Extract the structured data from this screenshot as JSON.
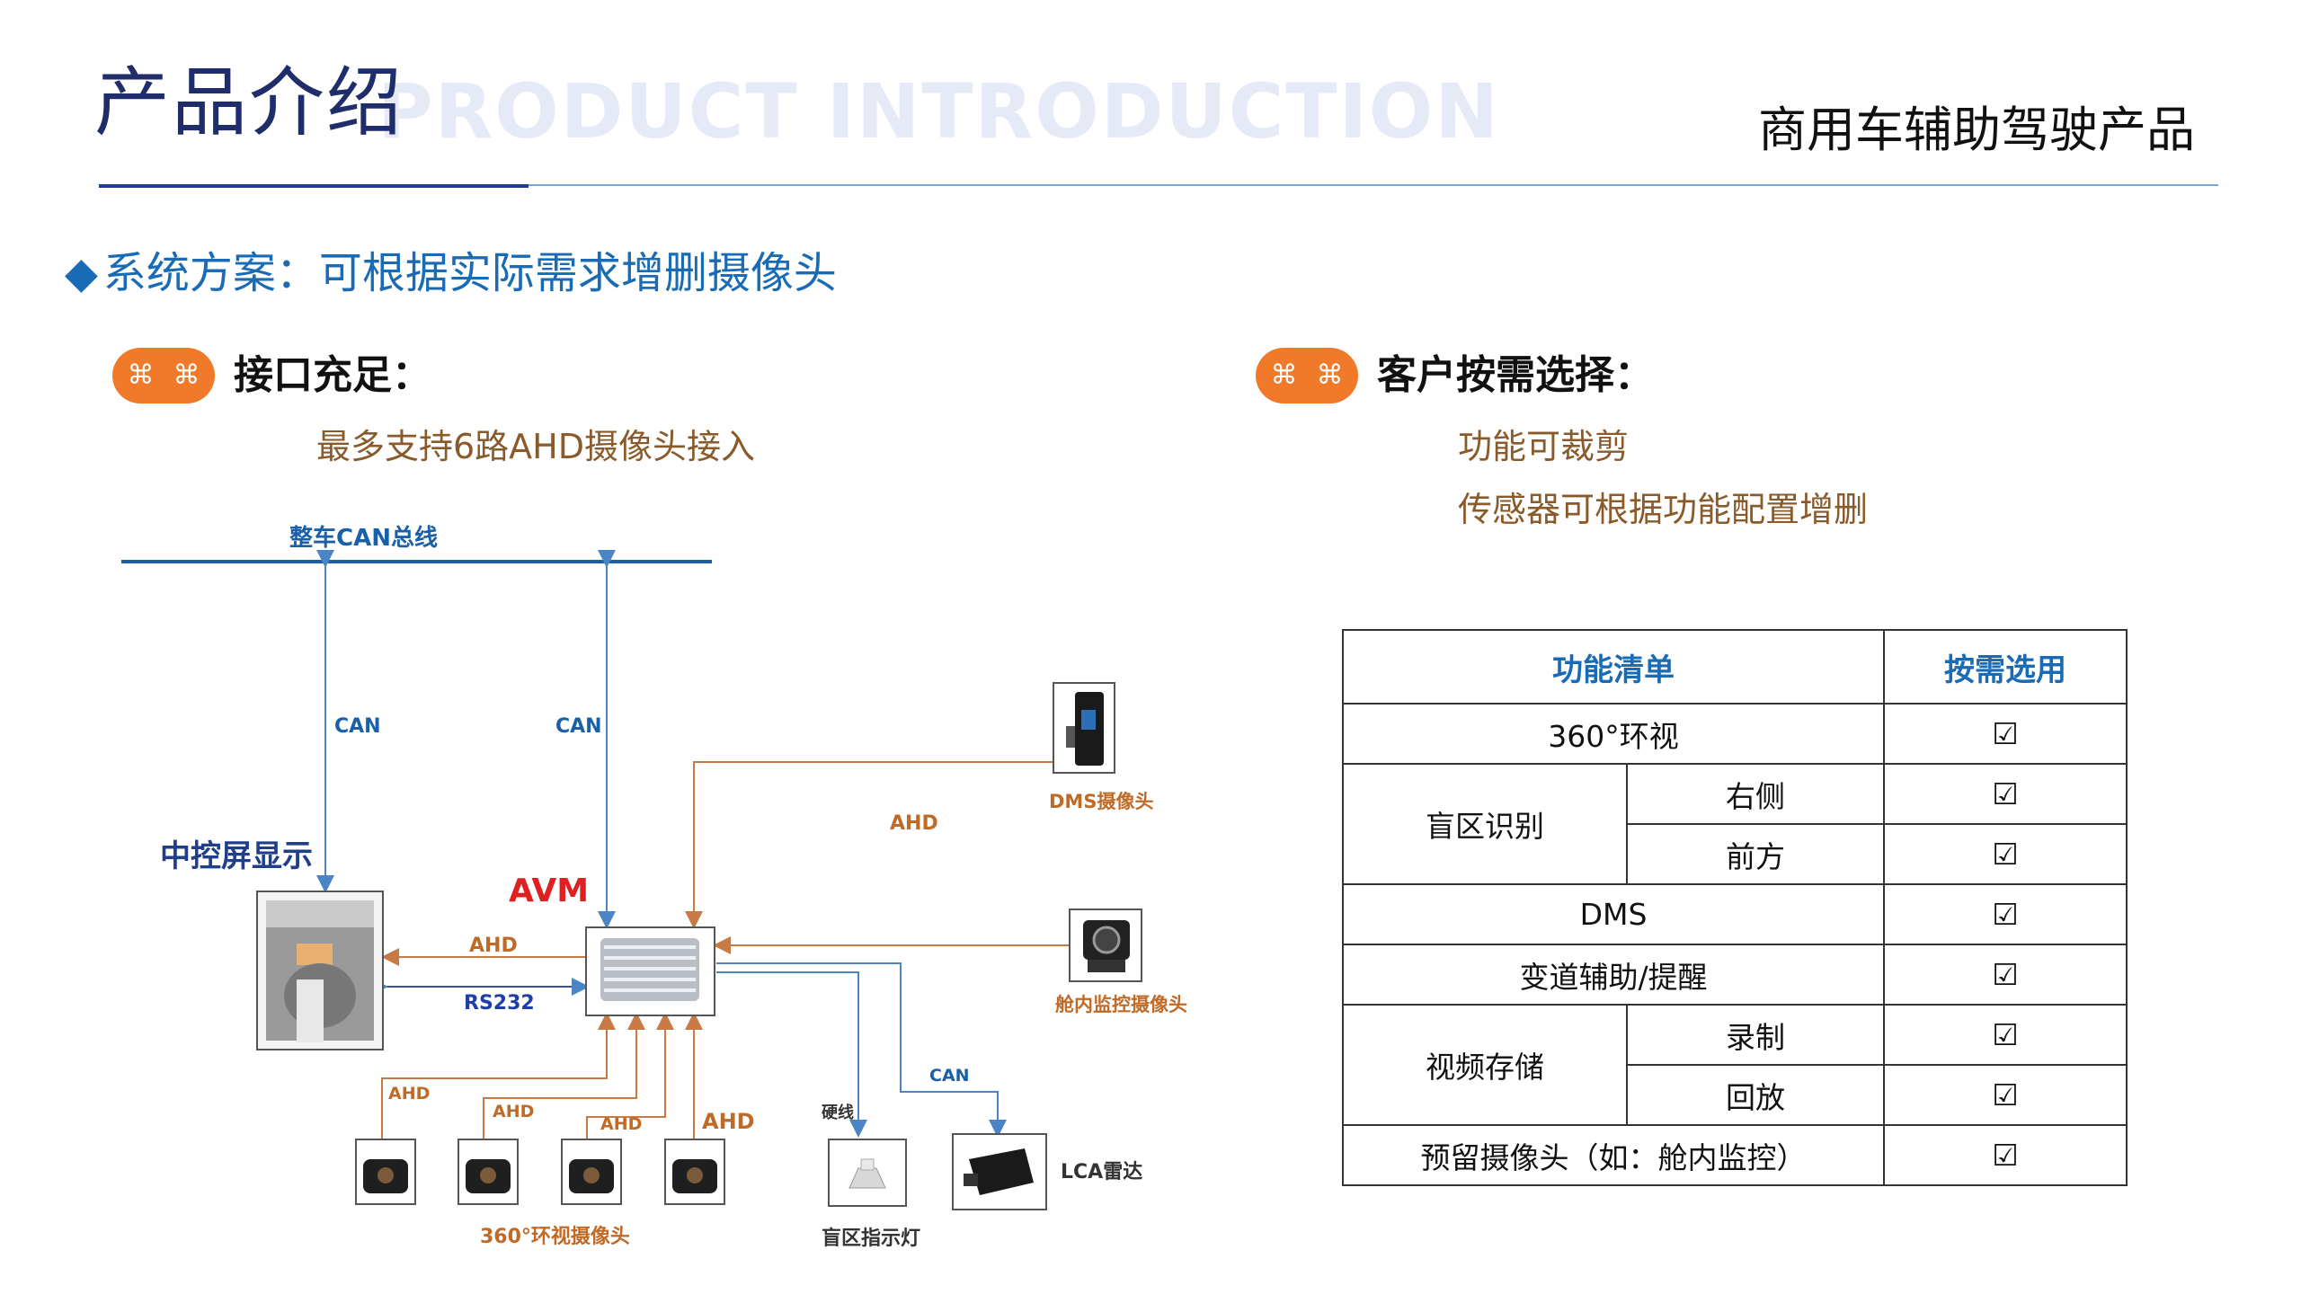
{
  "header": {
    "title_cn": "产品介绍",
    "title_en": "PRODUCT INTRODUCTION",
    "title_right": "商用车辅助驾驶产品"
  },
  "section": {
    "marker": "◆",
    "text": "系统方案：可根据实际需求增删摄像头"
  },
  "left_block": {
    "badge": "⌘⌘",
    "heading": "接口充足：",
    "lines": [
      "最多支持6路AHD摄像头接入"
    ]
  },
  "right_block": {
    "badge": "⌘⌘",
    "heading": "客户按需选择：",
    "lines": [
      "功能可裁剪",
      "传感器可根据功能配置增删"
    ]
  },
  "diagram": {
    "can_bus": "整车CAN总线",
    "can_left": "CAN",
    "can_mid": "CAN",
    "central_display": "中控屏显示",
    "avm": "AVM",
    "ahd_display": "AHD",
    "rs232": "RS232",
    "ahd_dms": "AHD",
    "dms_camera": "DMS摄像头",
    "cabin_camera": "舱内监控摄像头",
    "ahd_cam1": "AHD",
    "ahd_cam2": "AHD",
    "ahd_cam3": "AHD",
    "ahd_cam4": "AHD",
    "surround_cameras": "360°环视摄像头",
    "hardwire": "硬线",
    "can_lca": "CAN",
    "blind_light": "盲区指示灯",
    "lca_radar": "LCA雷达"
  },
  "colors": {
    "accent_blue": "#1a6bb5",
    "orange": "#f07a2a",
    "brown_text": "#8a5a2a",
    "navy": "#1f2d6b",
    "line_orange": "#c87a45",
    "line_blue": "#4a86c5",
    "avm_red": "#e02020"
  },
  "table": {
    "headers": [
      "功能清单",
      "按需选用"
    ],
    "check": "☑",
    "rows": {
      "r1": "360°环视",
      "r2_group": "盲区识别",
      "r2_a": "右侧",
      "r2_b": "前方",
      "r3": "DMS",
      "r4": "变道辅助/提醒",
      "r5_group": "视频存储",
      "r5_a": "录制",
      "r5_b": "回放",
      "r6": "预留摄像头（如：舱内监控）"
    }
  }
}
